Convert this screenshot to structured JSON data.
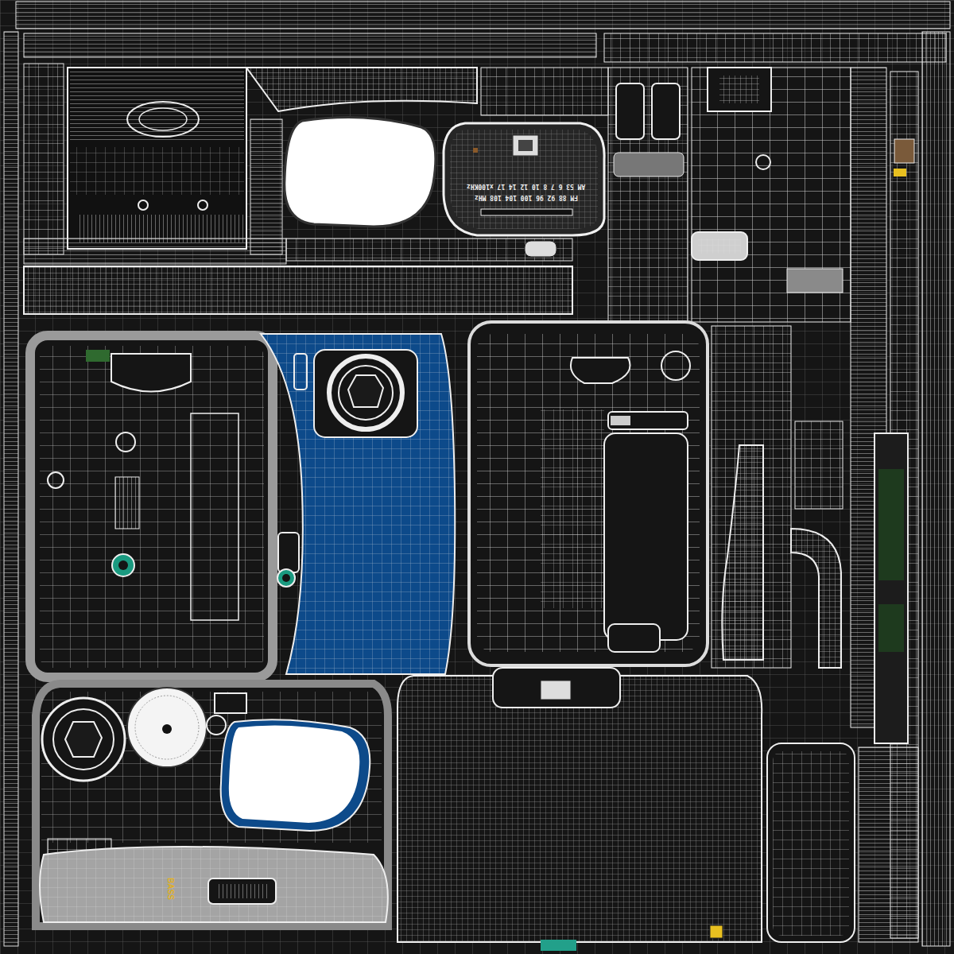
{
  "diagram": {
    "labels": [
      "AM 53 6 7 8 10 12 14 17 x100KHz",
      "FM 88 92 96 100 104 108 MHz",
      "BASS"
    ]
  }
}
